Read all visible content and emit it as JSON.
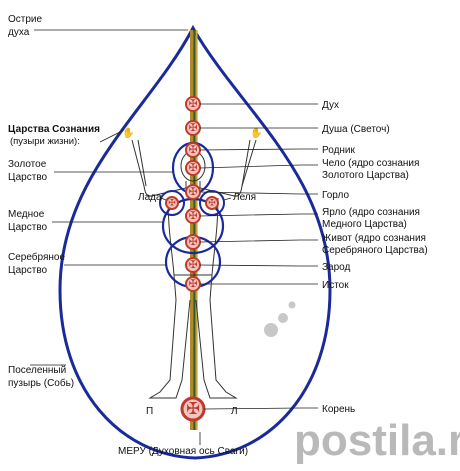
{
  "top": {
    "line1": "Острие",
    "line2": "духа"
  },
  "left": {
    "realms_title": "Царства Сознания",
    "realms_sub": "(пузыри жизни):",
    "golden": [
      "Золотое",
      "Царство"
    ],
    "copper": [
      "Медное",
      "Царство"
    ],
    "silver": [
      "Серебряное",
      "Царство"
    ],
    "bubble": [
      "Поселенный",
      "пузырь (Собь)"
    ]
  },
  "figure": {
    "lada": "Лада",
    "lelya": "Леля",
    "foot_left": "П",
    "foot_right": "Л"
  },
  "chakras": [
    {
      "lines": [
        "Дух"
      ]
    },
    {
      "lines": [
        "Душа (Светоч)"
      ]
    },
    {
      "lines": [
        "Родник"
      ]
    },
    {
      "lines": [
        "Чело (ядро сознания",
        "Золотого Царства)"
      ]
    },
    {
      "lines": [
        "Горло"
      ]
    },
    {
      "lines": [
        "Ярло (ядро сознания",
        "Медного Царства)"
      ]
    },
    {
      "lines": [
        "Живот (ядро сознания",
        "Серебряного Царства)"
      ]
    },
    {
      "lines": [
        "Зарод"
      ]
    },
    {
      "lines": [
        "Исток"
      ]
    },
    {
      "lines": [
        "Корень"
      ]
    }
  ],
  "bottom": {
    "caption": "МЕРУ (Духовная ось Сваги)"
  },
  "watermark": "postila.ru",
  "colors": {
    "outline": "#1a2a9a",
    "chakra": "#c0392b",
    "chakra_fill": "#f2c6c0",
    "axis_gold": "#b08a2a",
    "axis_green": "#2e5e2e"
  }
}
